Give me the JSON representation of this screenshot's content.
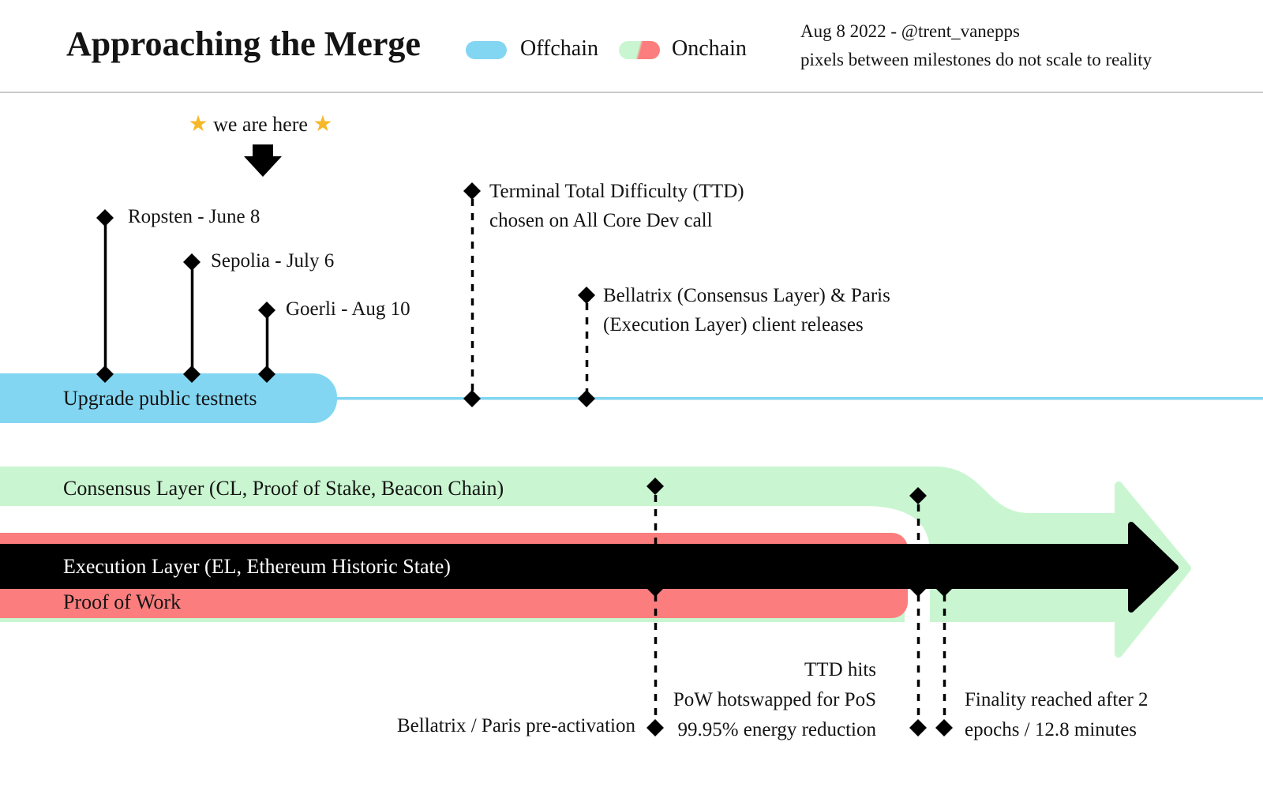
{
  "header": {
    "title": "Approaching the Merge",
    "legend": [
      {
        "label": "Offchain",
        "type": "offchain"
      },
      {
        "label": "Onchain",
        "type": "onchain"
      }
    ],
    "credit_line1": "Aug 8 2022 - @trent_vanepps",
    "credit_line2": "pixels between milestones do not scale to reality"
  },
  "colors": {
    "offchain_blue": "#82d6f2",
    "onchain_green": "#c9f6d0",
    "onchain_red": "#fb7d7d",
    "marker_black": "#000000"
  },
  "we_are_here": {
    "star": "★",
    "label": "we are here"
  },
  "testnet_milestones": [
    {
      "label": "Ropsten - June 8"
    },
    {
      "label": "Sepolia - July 6"
    },
    {
      "label": "Goerli - Aug 10"
    }
  ],
  "offchain_annotations": [
    {
      "lines": [
        "Terminal Total Difficulty (TTD)",
        "chosen on All Core Dev call"
      ]
    },
    {
      "lines": [
        "Bellatrix (Consensus Layer) & Paris",
        "(Execution Layer) client releases"
      ]
    }
  ],
  "tracks": {
    "offchain_label": "Upgrade public testnets",
    "consensus_label": "Consensus Layer (CL, Proof of Stake, Beacon Chain)",
    "execution_label": "Execution Layer (EL, Ethereum Historic State)",
    "pow_label": "Proof of Work"
  },
  "onchain_annotations": {
    "pre_activation": "Bellatrix / Paris pre-activation",
    "ttd_lines": [
      "TTD hits",
      "PoW hotswapped for PoS",
      "99.95% energy reduction"
    ],
    "finality_lines": [
      "Finality reached after 2",
      "epochs / 12.8 minutes"
    ]
  }
}
